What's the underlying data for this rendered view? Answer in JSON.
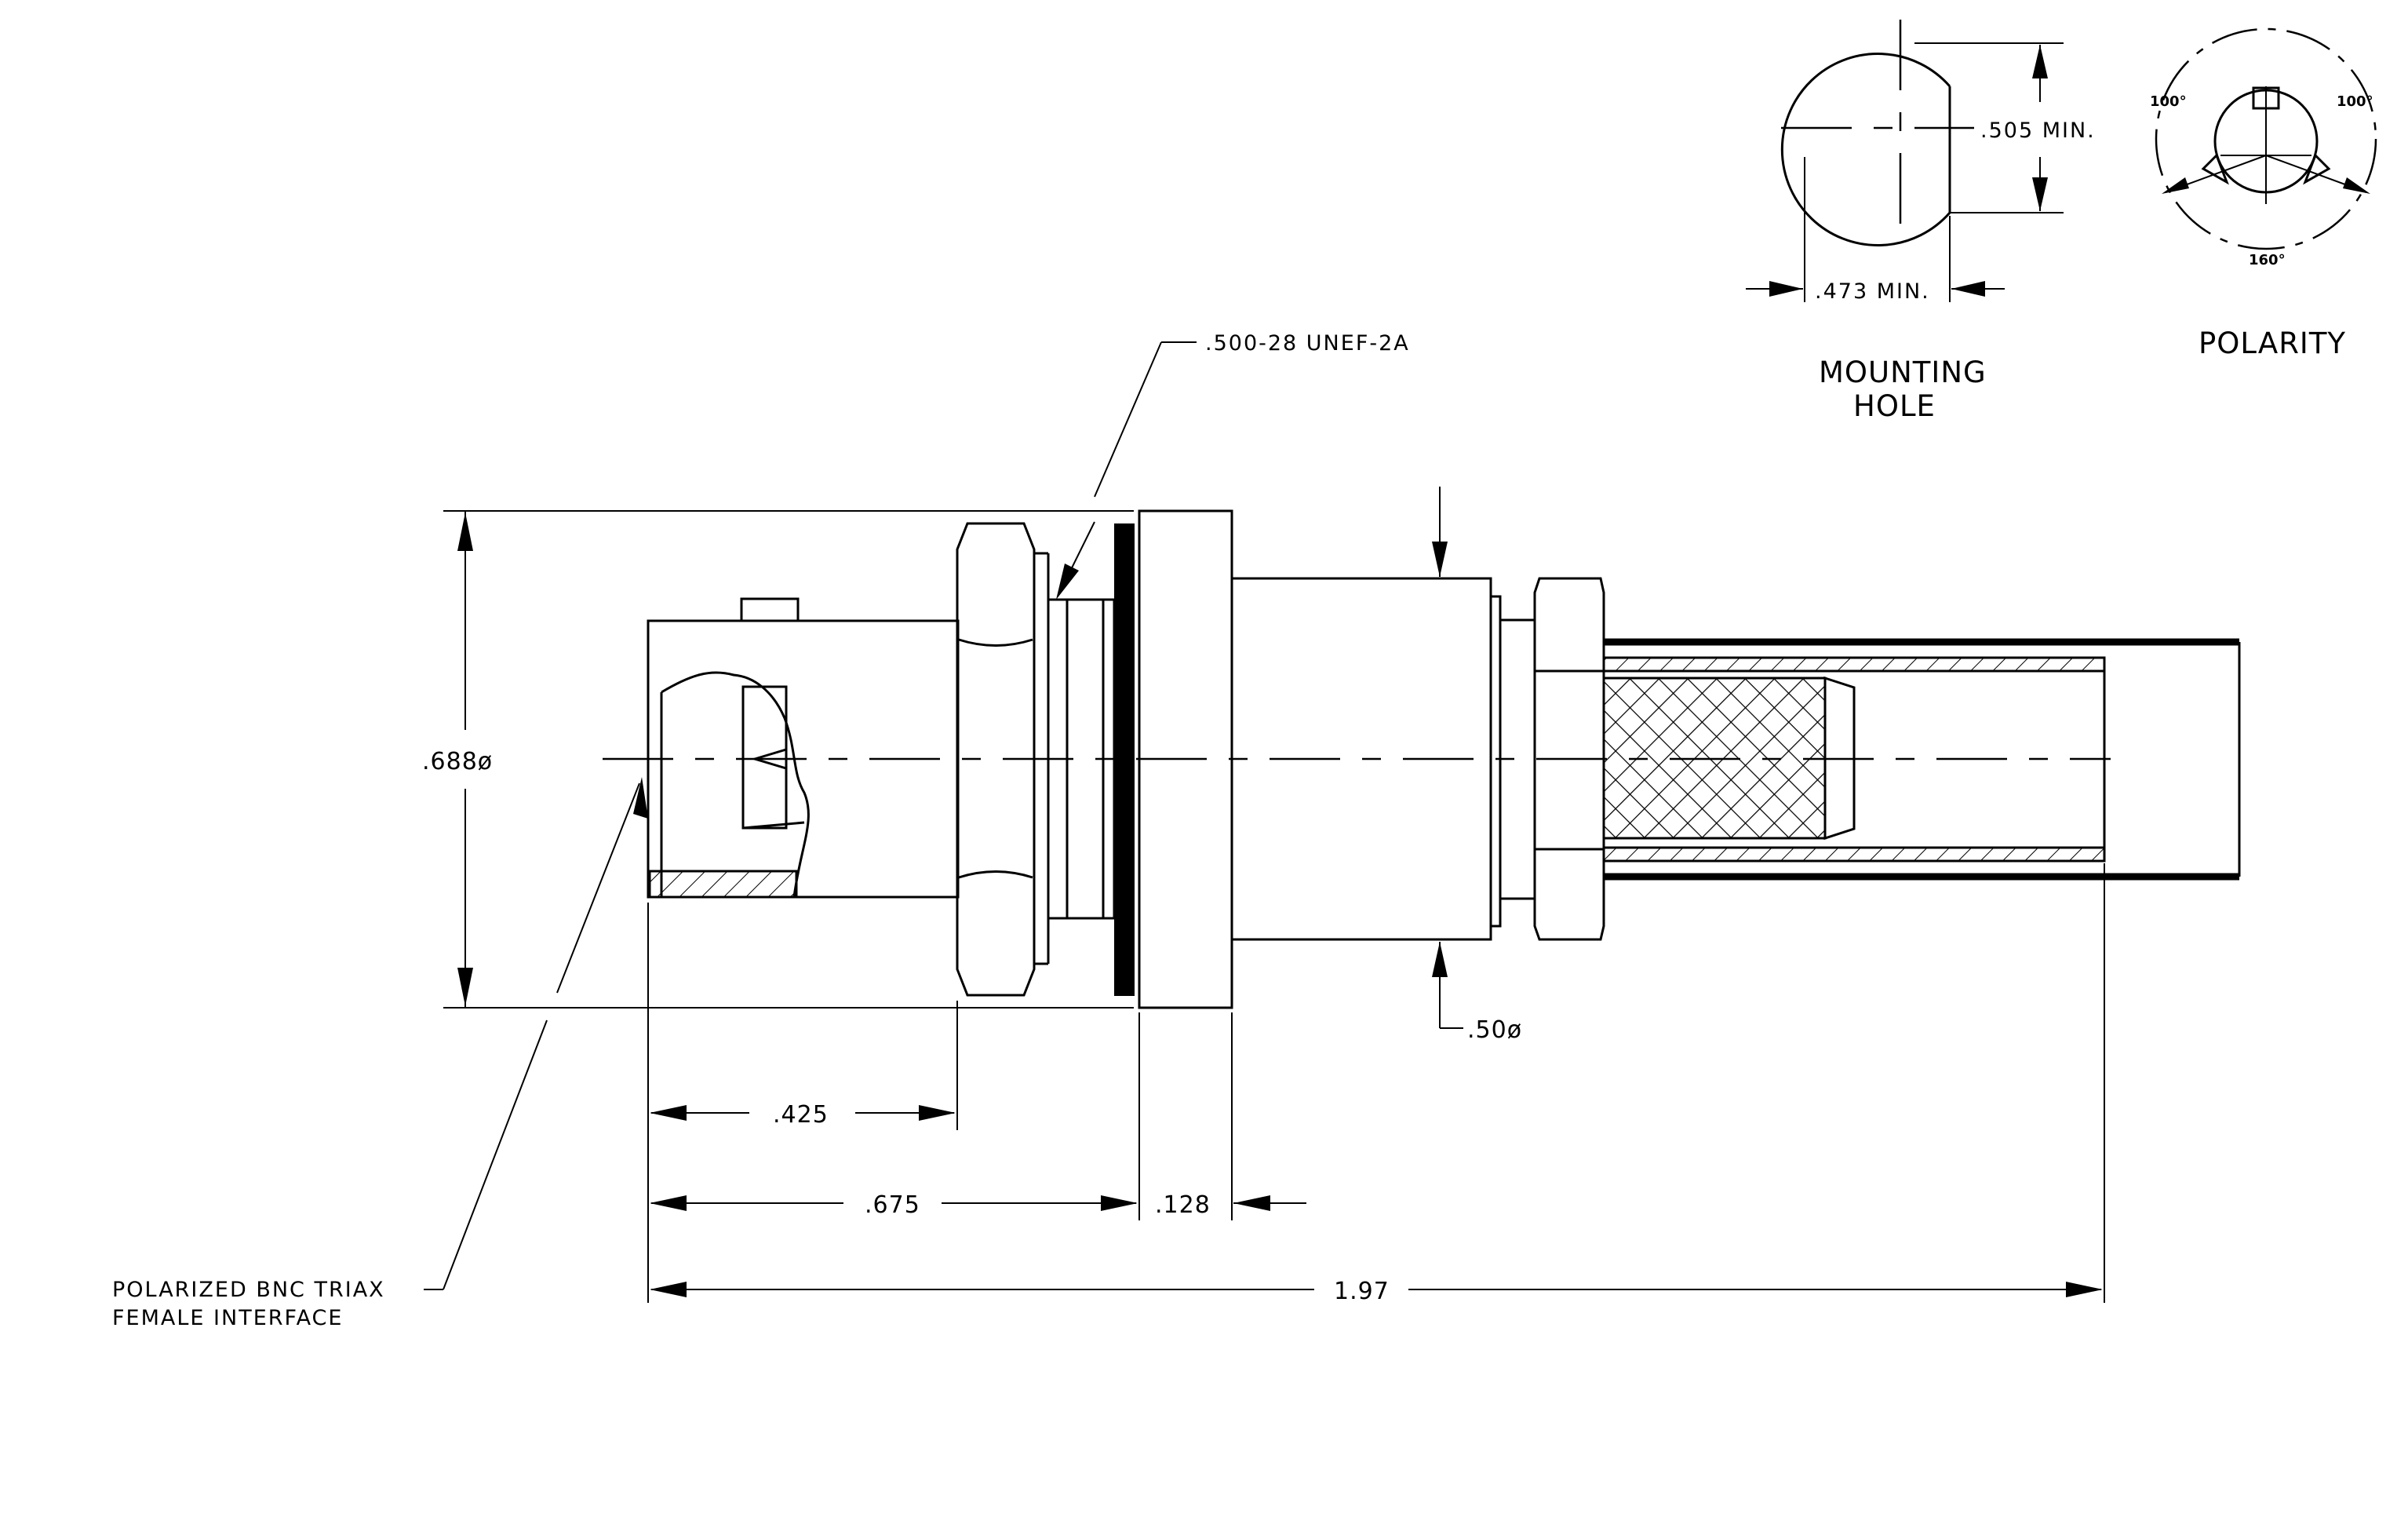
{
  "labels": {
    "thread": ".500-28 UNEF-2A",
    "overall_diameter": ".688ø",
    "body_diameter": ".50ø",
    "dim_425": ".425",
    "dim_675": ".675",
    "dim_128": ".128",
    "dim_197": "1.97",
    "interface_line1": "POLARIZED BNC TRIAX",
    "interface_line2": "FEMALE INTERFACE"
  },
  "mounting_hole": {
    "title_line1": "MOUNTING",
    "title_line2": "HOLE",
    "height_dim": ".505 MIN.",
    "width_dim": ".473 MIN."
  },
  "polarity": {
    "title": "POLARITY",
    "angle_left": "100°",
    "angle_right": "100°",
    "angle_bottom": "160°"
  }
}
